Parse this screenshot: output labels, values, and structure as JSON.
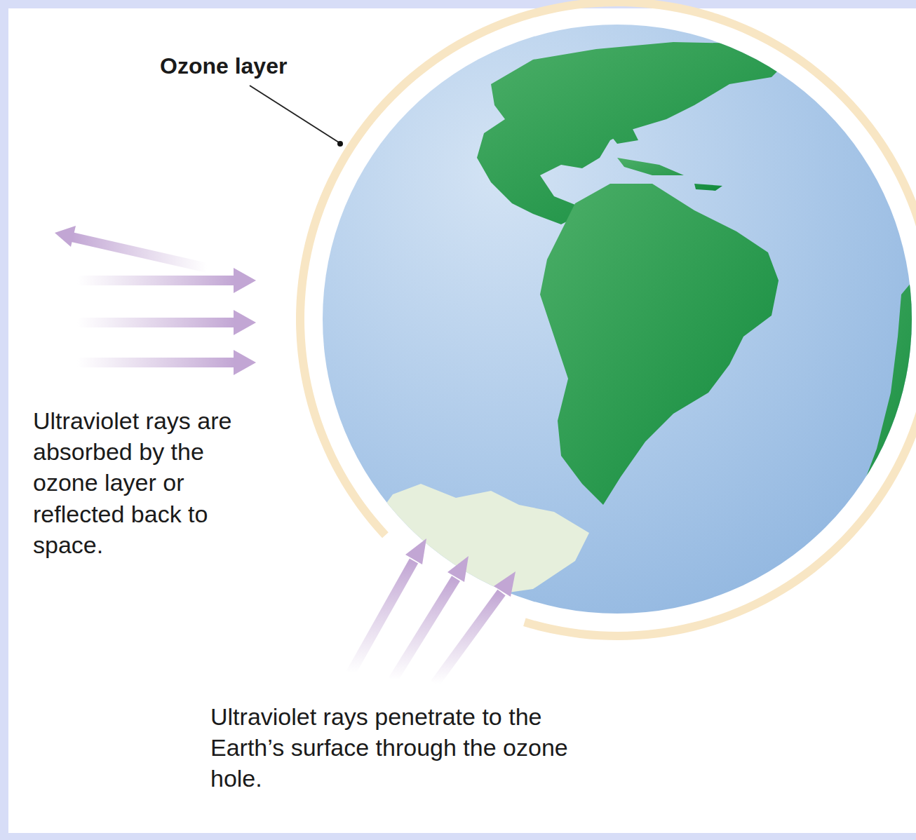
{
  "diagram": {
    "labels": [
      "Ozone layer",
      "Ultraviolet rays are absorbed by the ozone layer or reflected back to space.",
      "Ultraviolet rays penetrate to the Earth’s surface through the ozone hole."
    ]
  }
}
